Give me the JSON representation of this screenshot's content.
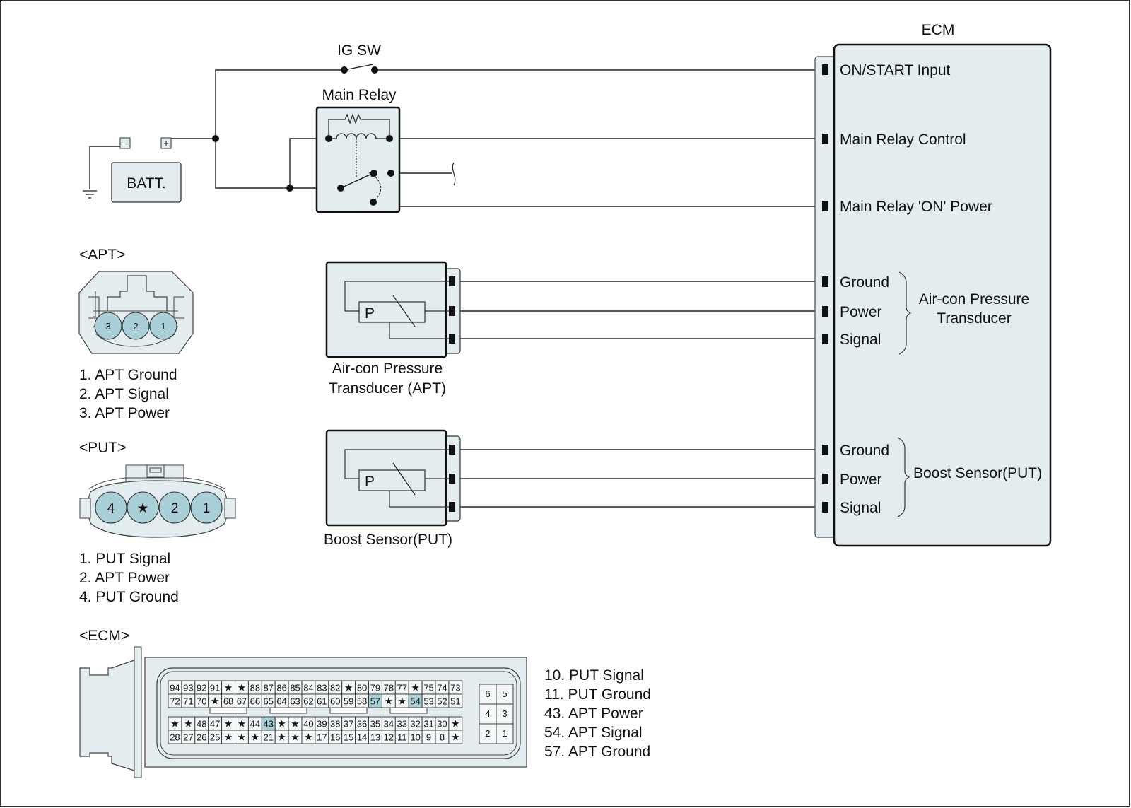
{
  "diagram": {
    "ig_switch_label": "IG SW",
    "main_relay_label": "Main Relay",
    "battery_label": "BATT.",
    "battery_neg": "-",
    "battery_pos": "+",
    "ecm_title": "ECM",
    "ecm_pins": {
      "on_start": "ON/START Input",
      "relay_control": "Main Relay Control",
      "relay_on_power": "Main Relay 'ON' Power",
      "apt_ground": "Ground",
      "apt_power": "Power",
      "apt_signal": "Signal",
      "put_ground": "Ground",
      "put_power": "Power",
      "put_signal": "Signal"
    },
    "apt_group_line1": "Air-con Pressure",
    "apt_group_line2": "Transducer",
    "put_group": "Boost Sensor(PUT)",
    "apt_sensor": {
      "symbol": "P",
      "caption_line1": "Air-con Pressure",
      "caption_line2": "Transducer (APT)"
    },
    "put_sensor": {
      "symbol": "P",
      "caption": "Boost Sensor(PUT)"
    }
  },
  "apt_connector": {
    "title": "<APT>",
    "pins": [
      "3",
      "2",
      "1"
    ],
    "legend": [
      "1. APT Ground",
      "2. APT Signal",
      "3. APT Power"
    ]
  },
  "put_connector": {
    "title": "<PUT>",
    "pins": [
      "4",
      "★",
      "2",
      "1"
    ],
    "legend": [
      "1. PUT Signal",
      "2. APT Power",
      "4. PUT Ground"
    ]
  },
  "ecm_connector": {
    "title": "<ECM>",
    "rows": [
      [
        "94",
        "93",
        "92",
        "91",
        "★",
        "★",
        "88",
        "87",
        "86",
        "85",
        "84",
        "83",
        "82",
        "★",
        "80",
        "79",
        "78",
        "77",
        "★",
        "75",
        "74",
        "73"
      ],
      [
        "72",
        "71",
        "70",
        "★",
        "68",
        "67",
        "66",
        "65",
        "64",
        "63",
        "62",
        "61",
        "60",
        "59",
        "58",
        "57",
        "★",
        "★",
        "54",
        "53",
        "52",
        "51"
      ],
      [
        "★",
        "★",
        "48",
        "47",
        "★",
        "★",
        "44",
        "43",
        "★",
        "★",
        "40",
        "39",
        "38",
        "37",
        "36",
        "35",
        "34",
        "33",
        "32",
        "31",
        "30",
        "★"
      ],
      [
        "28",
        "27",
        "26",
        "25",
        "★",
        "★",
        "★",
        "21",
        "★",
        "★",
        "★",
        "17",
        "16",
        "15",
        "14",
        "13",
        "12",
        "11",
        "10",
        "9",
        "8",
        "★"
      ]
    ],
    "highlighted": [
      "57",
      "54",
      "43"
    ],
    "small_block": [
      [
        "6",
        "5"
      ],
      [
        "4",
        "3"
      ],
      [
        "2",
        "1"
      ]
    ],
    "legend": [
      "10. PUT Signal",
      "11. PUT Ground",
      "43. APT Power",
      "54. APT Signal",
      "57. APT Ground"
    ]
  },
  "colors": {
    "fill": "#e3ecee",
    "pin_fill": "#a9d0d8",
    "highlight": "#a9d0d8",
    "line": "#222222"
  }
}
